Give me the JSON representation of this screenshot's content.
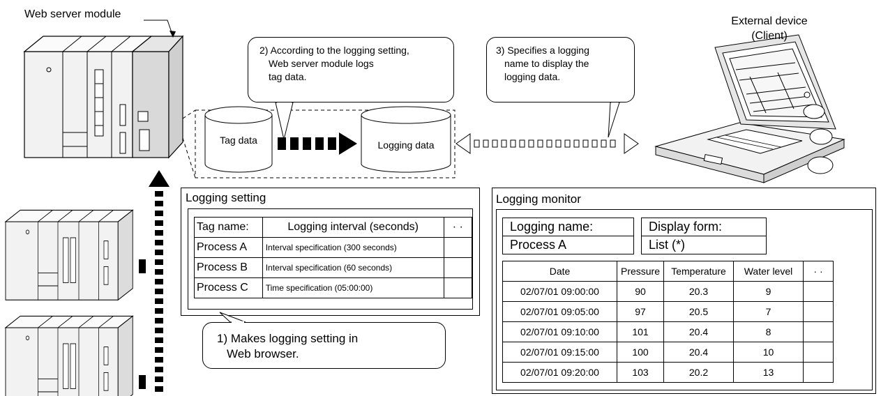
{
  "labels": {
    "web_server_module": "Web server module",
    "external_device_line1": "External device",
    "external_device_line2": "(Client)"
  },
  "databases": {
    "tag_data": "Tag data",
    "logging_data": "Logging data"
  },
  "callouts": {
    "step2": [
      "2) According to the logging setting,",
      "Web server module logs",
      "tag data."
    ],
    "step3": [
      "3) Specifies a logging",
      "name to display the",
      "logging data."
    ],
    "step1": [
      "1) Makes logging setting in",
      "Web browser."
    ]
  },
  "logging_setting": {
    "title": "Logging setting",
    "headers": [
      "Tag name:",
      "Logging interval (seconds)",
      "· ·"
    ],
    "rows": [
      [
        "Process A",
        "Interval specification (300 seconds)",
        ""
      ],
      [
        "Process B",
        "Interval specification (60 seconds)",
        ""
      ],
      [
        "Process C",
        "Time specification (05:00:00)",
        ""
      ]
    ]
  },
  "logging_monitor": {
    "title": "Logging monitor",
    "logging_name_label": "Logging name:",
    "logging_name_value": "Process A",
    "display_form_label": "Display form:",
    "display_form_value": "List (*)",
    "headers": [
      "Date",
      "Pressure",
      "Temperature",
      "Water level",
      "· ·"
    ],
    "rows": [
      [
        "02/07/01 09:00:00",
        "90",
        "20.3",
        "9",
        ""
      ],
      [
        "02/07/01 09:05:00",
        "97",
        "20.5",
        "7",
        ""
      ],
      [
        "02/07/01 09:10:00",
        "101",
        "20.4",
        "8",
        ""
      ],
      [
        "02/07/01 09:15:00",
        "100",
        "20.4",
        "10",
        ""
      ],
      [
        "02/07/01 09:20:00",
        "103",
        "20.2",
        "13",
        ""
      ]
    ]
  }
}
